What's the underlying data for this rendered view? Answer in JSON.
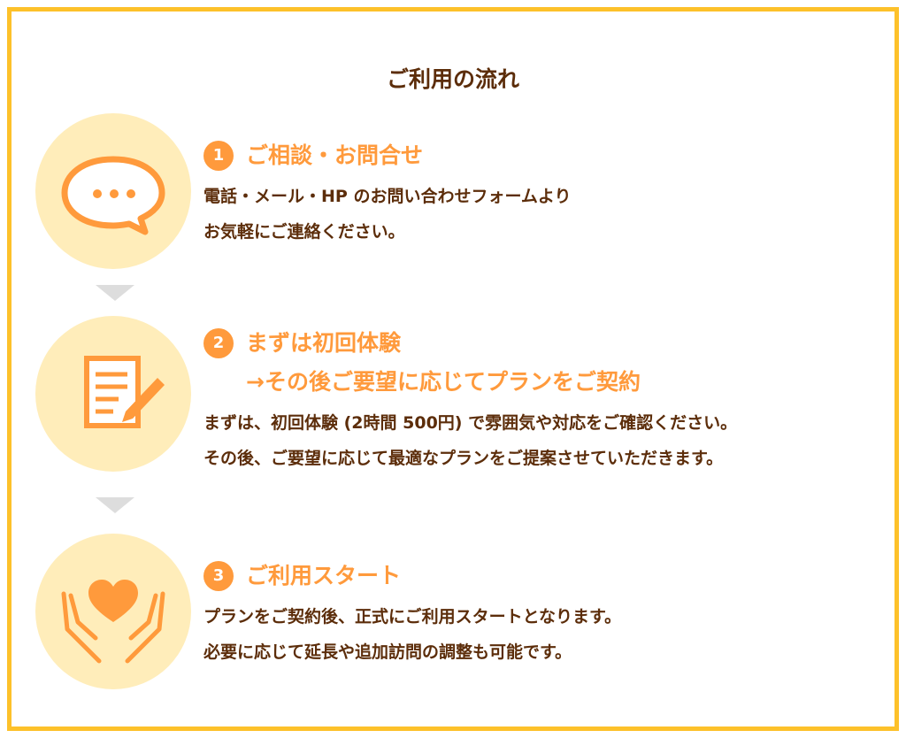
{
  "title": "ご利用の流れ",
  "colors": {
    "border": "#FDC12A",
    "circle": "#FFEDBA",
    "accent": "#FF9A3C",
    "text": "#5C2D0A",
    "arrow": "#DDDDDD"
  },
  "steps": [
    {
      "number": "1",
      "icon": "chat-bubble-icon",
      "title": "ご相談・お問合せ",
      "lines": [
        "電話・メール・HP のお問い合わせフォームより",
        "お気軽にご連絡ください。"
      ]
    },
    {
      "number": "2",
      "icon": "document-pen-icon",
      "title": "まずは初回体験",
      "subtitle": "→その後ご要望に応じてプランをご契約",
      "lines": [
        "まずは、初回体験 (2時間 500円) で雰囲気や対応をご確認ください。",
        "その後、ご要望に応じて最適なプランをご提案させていただきます。"
      ]
    },
    {
      "number": "3",
      "icon": "heart-hands-icon",
      "title": "ご利用スタート",
      "lines": [
        "プランをご契約後、正式にご利用スタートとなります。",
        "必要に応じて延長や追加訪問の調整も可能です。"
      ]
    }
  ]
}
